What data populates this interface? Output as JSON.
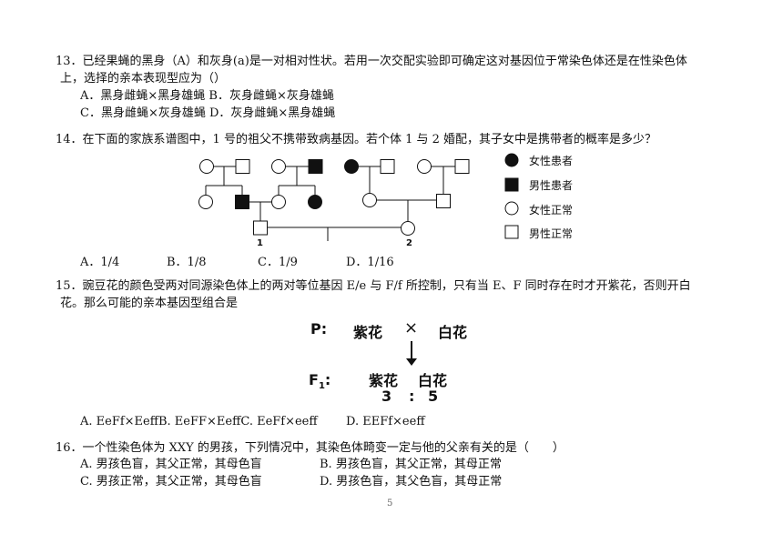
{
  "page_number": "5",
  "q13": {
    "stem_line1": "13．已经果蝇的黑身（A）和灰身(a)是一对相对性状。若用一次交配实验即可确定这对基因位于常染色体还是在性染色体",
    "stem_line2": "上，选择的亲本表现型应为（）",
    "opt_line1": "A．黑身雌蝇×黑身雄蝇 B．灰身雌蝇×灰身雄蝇",
    "opt_line2": "C．黑身雌蝇×灰身雄蝇 D．灰身雌蝇×黑身雄蝇"
  },
  "q14": {
    "stem": "14．在下面的家族系谱图中，1 号的祖父不携带致病基因。若个体 1 与 2 婚配，其子女中是携带者的概率是多少？",
    "pedigree": {
      "label_1": "1",
      "label_2": "2"
    },
    "legend": [
      {
        "label": "女性患者",
        "shape": "circle-filled"
      },
      {
        "label": "男性患者",
        "shape": "square-filled"
      },
      {
        "label": "女性正常",
        "shape": "circle-open"
      },
      {
        "label": "男性正常",
        "shape": "square-open"
      }
    ],
    "options": [
      "A．1/4",
      "B．1/8",
      "C．1/9",
      "D．1/16"
    ]
  },
  "q15": {
    "stem_line1": "15．豌豆花的颜色受两对同源染色体上的两对等位基因 E/e 与 F/f 所控制，只有当 E、F 同时存在时才开紫花，否则开白",
    "stem_line2": "花。那么可能的亲本基因型组合是",
    "cross": {
      "p_label": "P:",
      "p_left": "紫花",
      "times": "×",
      "p_right": "白花",
      "f1_label_main": "F",
      "f1_label_sub": "1",
      "f1_colon": ":",
      "f1_left": "紫花",
      "f1_right": "白花",
      "ratio_left": "3",
      "ratio_colon": ":",
      "ratio_right": "5"
    },
    "options_abc": "A. EeFf×EeffB. EeFF×EeffC. EeFf×eeff",
    "option_d": "D. EEFf×eeff"
  },
  "q16": {
    "stem": "16．一个性染色体为 XXY 的男孩，下列情况中，其染色体畸变一定与他的父亲有关的是（　　）",
    "opt_a": "A. 男孩色盲，其父正常，其母色盲",
    "opt_b": "B. 男孩色盲，其父正常，其母正常",
    "opt_c": "C. 男孩正常，其父正常，其母色盲",
    "opt_d": "D. 男孩色盲，其父色盲，其母正常"
  }
}
